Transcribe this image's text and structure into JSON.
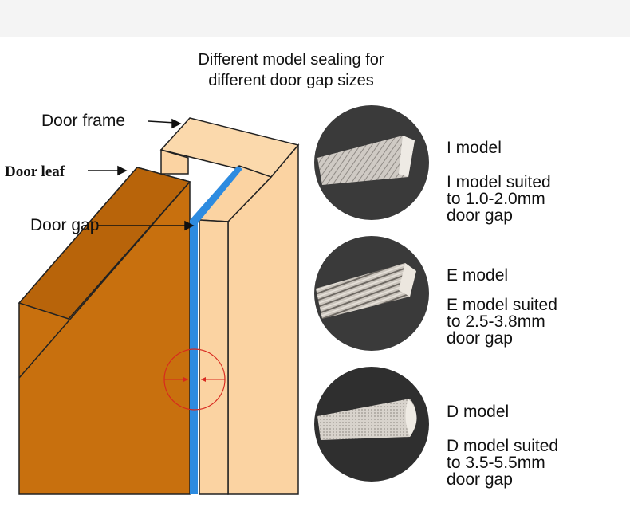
{
  "title": {
    "line1": "Different model  sealing for",
    "line2": "different door gap sizes"
  },
  "labels": {
    "door_frame": "Door frame",
    "door_leaf": "Door leaf",
    "door_gap": "Door gap"
  },
  "models": [
    {
      "name": "I model",
      "desc_line1": "I model suited",
      "desc_line2": "to 1.0-2.0mm",
      "desc_line3": "door gap"
    },
    {
      "name": "E model",
      "desc_line1": "E model suited",
      "desc_line2": "to 2.5-3.8mm",
      "desc_line3": "door gap"
    },
    {
      "name": "D model",
      "desc_line1": "D model suited",
      "desc_line2": "to 3.5-5.5mm",
      "desc_line3": "door gap"
    }
  ],
  "colors": {
    "door_leaf": "#c8700e",
    "door_frame": "#fbd3a2",
    "gap": "#2d8be0",
    "circle_marker": "#d8281e"
  }
}
